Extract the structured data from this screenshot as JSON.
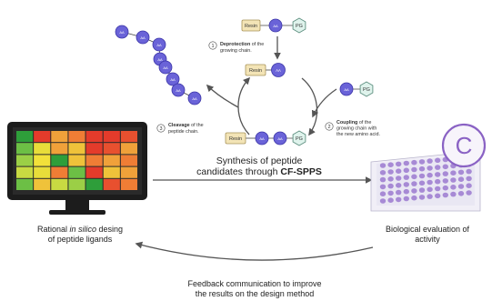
{
  "colors": {
    "aa_fill": "#6a63d8",
    "aa_stroke": "#3c36a8",
    "resin_fill": "#f3e4b6",
    "resin_stroke": "#a8935a",
    "pg_fill": "#dff3ec",
    "pg_stroke": "#5e8f80",
    "arrow": "#555555",
    "plate": "#e9e7f3",
    "well": "#a07fd1",
    "monitor_frame": "#1c1c1c",
    "c_badge": "#8a62c4"
  },
  "heatmap": [
    [
      "#2e9e3a",
      "#e43b2b",
      "#f0a13a",
      "#ef7d35",
      "#e43b2b",
      "#e43b2b",
      "#e8502f"
    ],
    [
      "#6cbf45",
      "#e8dd3a",
      "#f0a13a",
      "#efc23a",
      "#e43b2b",
      "#e8502f",
      "#f0a13a"
    ],
    [
      "#9bcf46",
      "#f2e13a",
      "#2e9e3a",
      "#efc23a",
      "#ef7d35",
      "#f0a13a",
      "#ef7d35"
    ],
    [
      "#c8da42",
      "#e8dd3a",
      "#ef7d35",
      "#6cbf45",
      "#e43b2b",
      "#efc23a",
      "#f0a13a"
    ],
    [
      "#6cbf45",
      "#efc23a",
      "#c8da42",
      "#9bcf46",
      "#2e9e3a",
      "#e8502f",
      "#ef7d35"
    ]
  ],
  "icons": {
    "aa_label": "AA",
    "resin_label": "Resin",
    "pg_label": "PG",
    "c_label": "C"
  },
  "steps": {
    "deprotection": {
      "number": "1",
      "bold": "Deprotection",
      "rest1": " of the",
      "rest2": "growing chain."
    },
    "coupling": {
      "number": "2",
      "bold": "Coupling",
      "rest1": " of the",
      "rest2": "growing chain with",
      "rest3": "the new amino acid."
    },
    "cleavage": {
      "number": "3",
      "bold": "Cleavage",
      "rest1": " of the",
      "rest2": "peptide chain."
    }
  },
  "center": {
    "line1": "Synthesis of peptide",
    "line2_pre": "candidates through ",
    "line2_bold": "CF-SPPS"
  },
  "left": {
    "line1_pre": "Rational ",
    "line1_em": "in silico",
    "line1_post": " desing",
    "line2": "of peptide ligands"
  },
  "right": {
    "line1": "Biological evaluation of",
    "line2": "activity"
  },
  "feedback": {
    "line1": "Feedback communication to improve",
    "line2": "the results on the design method"
  }
}
